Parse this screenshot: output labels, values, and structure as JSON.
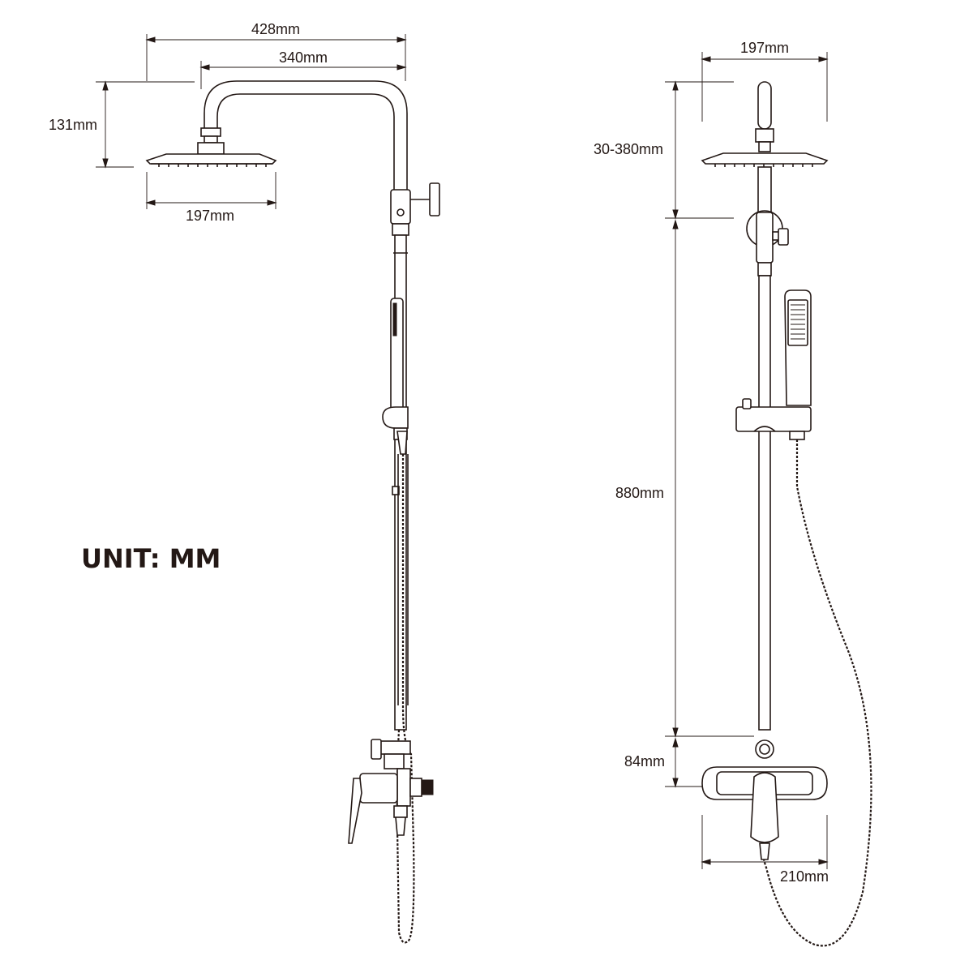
{
  "colors": {
    "ink": "#231815",
    "background": "#ffffff"
  },
  "unit_label": "UNIT: MM",
  "side_view": {
    "dimensions": {
      "total_width": "428mm",
      "arm_length": "340mm",
      "head_height": "131mm",
      "head_diameter": "197mm"
    }
  },
  "front_view": {
    "dimensions": {
      "head_diameter": "197mm",
      "height_adjustment": "30-380mm",
      "riser_height": "880mm",
      "valve_height": "84mm",
      "valve_width": "210mm"
    }
  }
}
